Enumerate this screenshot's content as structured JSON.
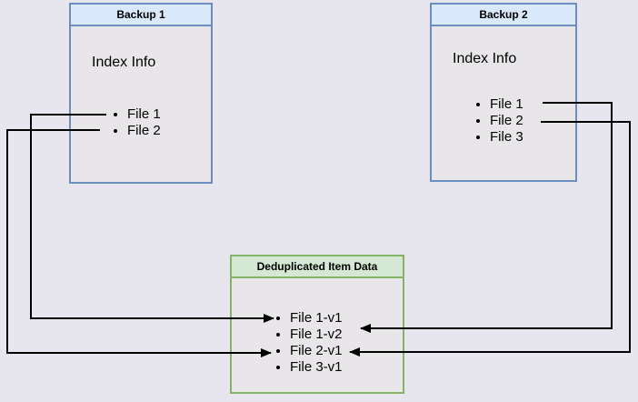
{
  "backup1": {
    "title": "Backup 1",
    "subtitle": "Index Info",
    "items": [
      "File 1",
      "File 2"
    ]
  },
  "backup2": {
    "title": "Backup 2",
    "subtitle": "Index Info",
    "items": [
      "File 1",
      "File 2",
      "File 3"
    ]
  },
  "dedup": {
    "title": "Deduplicated Item Data",
    "items": [
      "File 1-v1",
      "File 1-v2",
      "File 2-v1",
      "File 3-v1"
    ]
  },
  "edges": [
    {
      "from": "Backup 1 / File 1",
      "to": "Deduplicated Item Data / File 1-v1"
    },
    {
      "from": "Backup 1 / File 2",
      "to": "Deduplicated Item Data / File 2-v1"
    },
    {
      "from": "Backup 2 / File 1",
      "to": "Deduplicated Item Data / File 1-v2"
    },
    {
      "from": "Backup 2 / File 2",
      "to": "Deduplicated Item Data / File 2-v1"
    }
  ],
  "colors": {
    "page_background": "#e7e6ee",
    "node_fill": "#e8e6e9",
    "blue_border": "#6c8ebf",
    "blue_header_fill": "#dae8fc",
    "green_border": "#82b366",
    "green_header_fill": "#d5e8d4",
    "arrow": "#000000",
    "text": "#000000"
  }
}
